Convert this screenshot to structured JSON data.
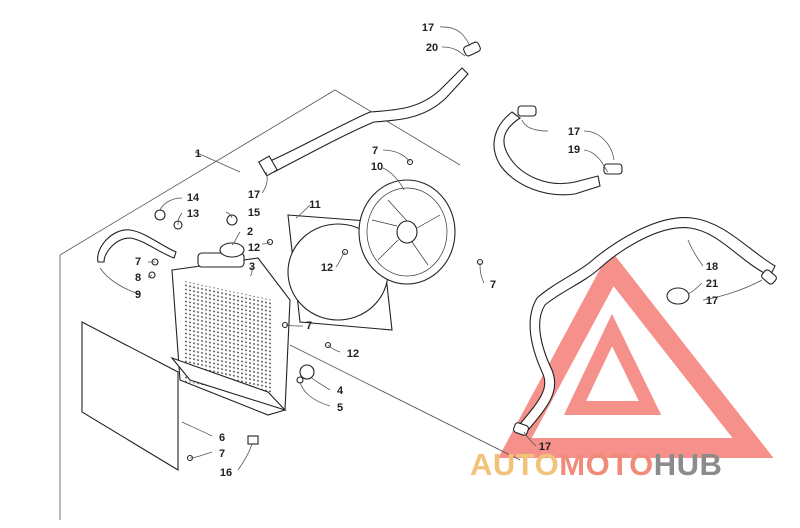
{
  "watermark": {
    "part1": "AUTO",
    "part2": "MOTO",
    "part3": "HUB",
    "colors": {
      "auto": "#f2c27a",
      "moto": "#f28a7a",
      "hub": "#8c8c8c",
      "logo": "#f26b63"
    }
  },
  "callouts": [
    {
      "id": "c17a",
      "text": "17"
    },
    {
      "id": "c20",
      "text": "20"
    },
    {
      "id": "c17b",
      "text": "17"
    },
    {
      "id": "c19",
      "text": "19"
    },
    {
      "id": "c1",
      "text": "1"
    },
    {
      "id": "c7a",
      "text": "7"
    },
    {
      "id": "c10",
      "text": "10"
    },
    {
      "id": "c17c",
      "text": "17"
    },
    {
      "id": "c14",
      "text": "14"
    },
    {
      "id": "c13",
      "text": "13"
    },
    {
      "id": "c15",
      "text": "15"
    },
    {
      "id": "c11",
      "text": "11"
    },
    {
      "id": "c2",
      "text": "2"
    },
    {
      "id": "c12a",
      "text": "12"
    },
    {
      "id": "c3",
      "text": "3"
    },
    {
      "id": "c12b",
      "text": "12"
    },
    {
      "id": "c7b",
      "text": "7"
    },
    {
      "id": "c8",
      "text": "8"
    },
    {
      "id": "c9",
      "text": "9"
    },
    {
      "id": "c7c",
      "text": "7"
    },
    {
      "id": "c18",
      "text": "18"
    },
    {
      "id": "c21",
      "text": "21"
    },
    {
      "id": "c17d",
      "text": "17"
    },
    {
      "id": "c7d",
      "text": "7"
    },
    {
      "id": "c12c",
      "text": "12"
    },
    {
      "id": "c4",
      "text": "4"
    },
    {
      "id": "c5",
      "text": "5"
    },
    {
      "id": "c6",
      "text": "6"
    },
    {
      "id": "c7e",
      "text": "7"
    },
    {
      "id": "c16",
      "text": "16"
    },
    {
      "id": "c17e",
      "text": "17"
    }
  ]
}
